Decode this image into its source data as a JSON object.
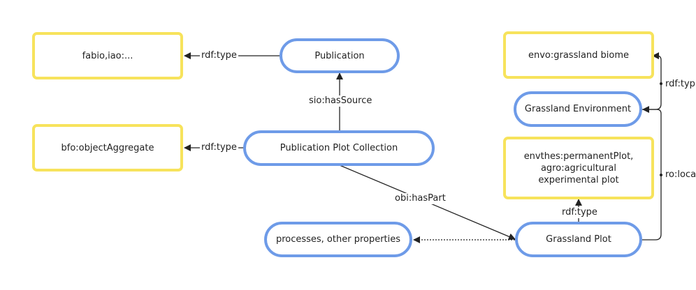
{
  "nodes": {
    "fabio": "fabio,iao:...",
    "publication": "Publication",
    "envo": "envo:grassland biome",
    "bfo": "bfo:objectAggregate",
    "collection": "Publication Plot Collection",
    "environment": "Grassland Environment",
    "envthes": "envthes:permanentPlot,\nagro:agricultural\nexperimental plot",
    "processes": "processes, other properties",
    "plot": "Grassland Plot"
  },
  "edges": {
    "pub_type": "rdf:type",
    "has_source": "sio:hasSource",
    "coll_type": "rdf:type",
    "has_part": "obi:hasPart",
    "plot_type": "rdf:type",
    "env_type": "rdf:typ",
    "located": "ro:loca"
  },
  "colors": {
    "class_border": "#f7e35c",
    "instance_border": "#6e9be8",
    "edge": "#222222"
  }
}
